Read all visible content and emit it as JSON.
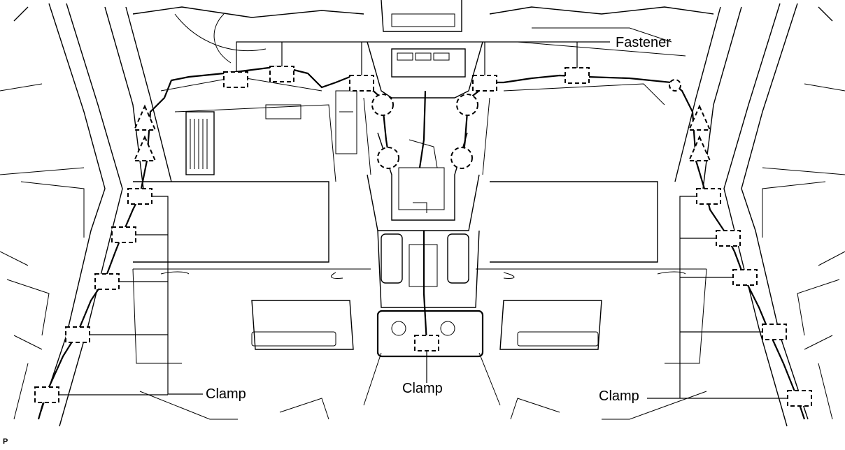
{
  "labels": {
    "fastener": "Fastener",
    "clamp_left": "Clamp",
    "clamp_center": "Clamp",
    "clamp_right": "Clamp",
    "corner_code": "P"
  }
}
